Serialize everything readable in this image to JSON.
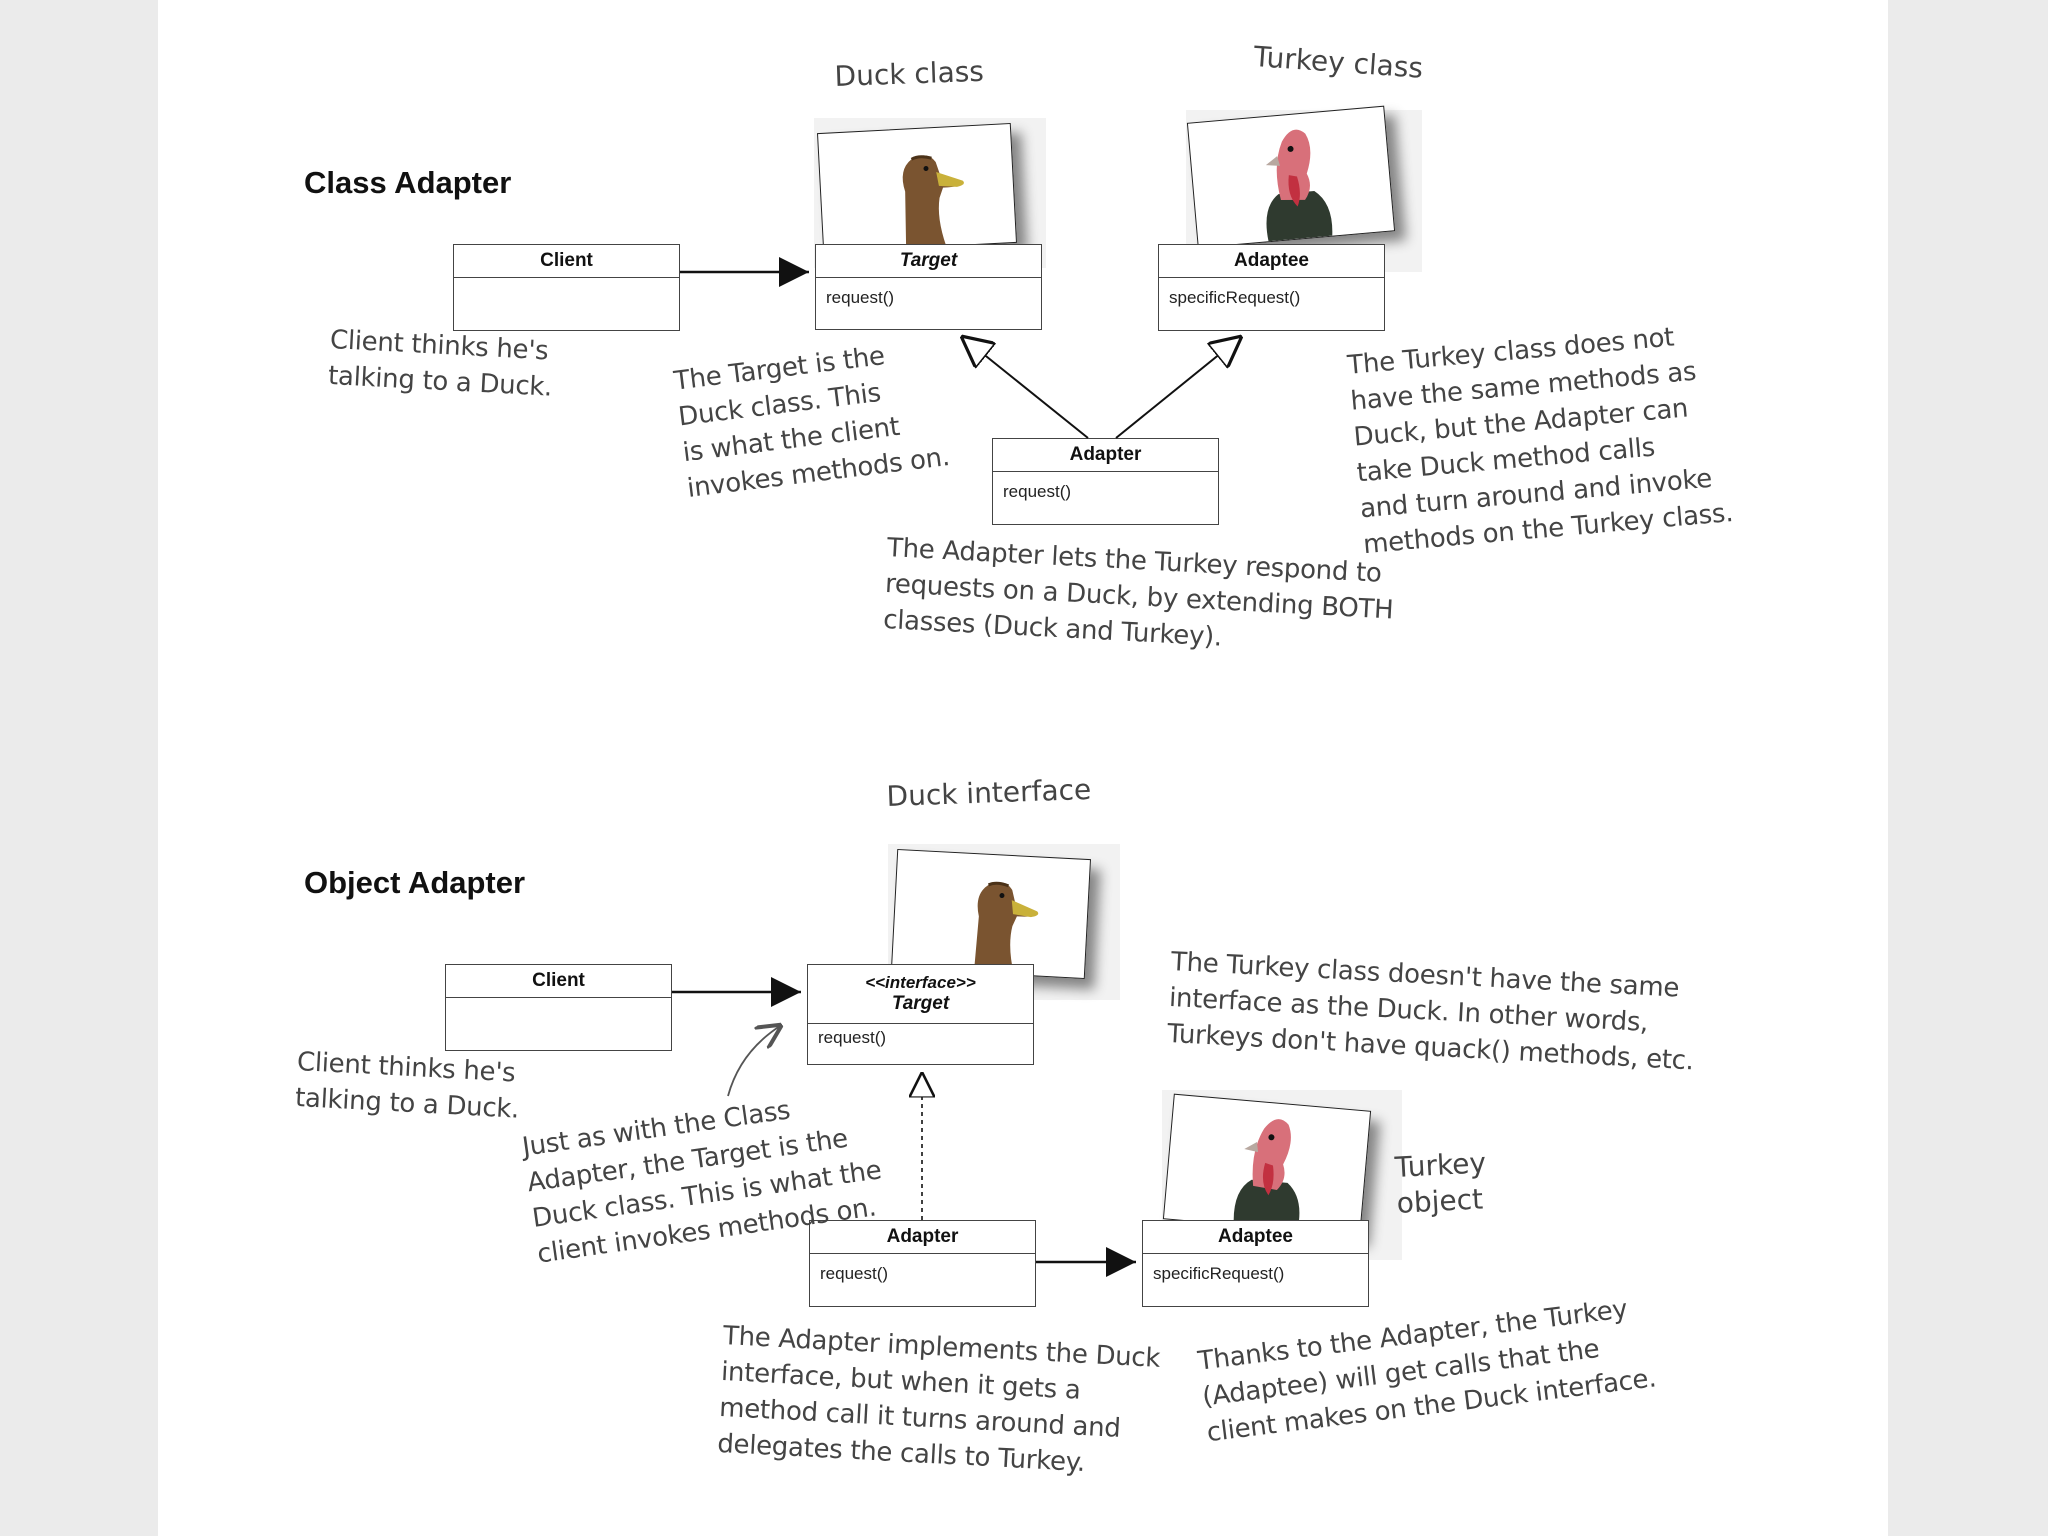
{
  "sections": {
    "class_adapter": {
      "title": "Class Adapter",
      "captions": {
        "duck": "Duck class",
        "turkey": "Turkey class"
      },
      "client": {
        "name": "Client"
      },
      "target": {
        "name": "Target",
        "method": "request()"
      },
      "adaptee": {
        "name": "Adaptee",
        "method": "specificRequest()"
      },
      "adapter": {
        "name": "Adapter",
        "method": "request()"
      },
      "notes": {
        "client": [
          "Client thinks he's",
          "talking to a Duck."
        ],
        "target": [
          "The Target is the",
          "Duck class. This",
          "is what the client",
          "invokes methods on."
        ],
        "turkey": [
          "The Turkey class does not",
          "have the same methods as",
          "Duck, but the Adapter can",
          "take Duck method calls",
          "and turn around and invoke",
          "methods on the Turkey class."
        ],
        "adapter": [
          "The Adapter lets the Turkey respond to",
          "requests on a Duck, by extending BOTH",
          "classes (Duck and Turkey)."
        ]
      }
    },
    "object_adapter": {
      "title": "Object Adapter",
      "captions": {
        "duck": "Duck interface",
        "turkey_line1": "Turkey",
        "turkey_line2": "object"
      },
      "client": {
        "name": "Client"
      },
      "target": {
        "stereotype": "<<interface>>",
        "name": "Target",
        "method": "request()"
      },
      "adaptee": {
        "name": "Adaptee",
        "method": "specificRequest()"
      },
      "adapter": {
        "name": "Adapter",
        "method": "request()"
      },
      "notes": {
        "client": [
          "Client thinks he's",
          "talking to a Duck."
        ],
        "target": [
          "Just as with the Class",
          "Adapter, the Target is the",
          "Duck class. This is what the",
          "client invokes methods on."
        ],
        "turkey": [
          "The Turkey class doesn't have the same",
          "interface as the Duck. In other words,",
          "Turkeys don't have quack() methods, etc."
        ],
        "adapter": [
          "The Adapter implements the Duck",
          "interface, but when it gets a",
          "method call it turns around and",
          "delegates the calls to Turkey."
        ],
        "adaptee": [
          "Thanks to the Adapter, the Turkey",
          "(Adaptee) will get calls that the",
          "client makes on the Duck interface."
        ]
      }
    }
  },
  "colors": {
    "line": "#111111",
    "box_border": "#444444",
    "handwriting": "#444444",
    "page": "#ffffff",
    "margin": "#ebebeb"
  },
  "icons": {
    "duck_photo": "duck-icon",
    "turkey_photo": "turkey-icon"
  }
}
